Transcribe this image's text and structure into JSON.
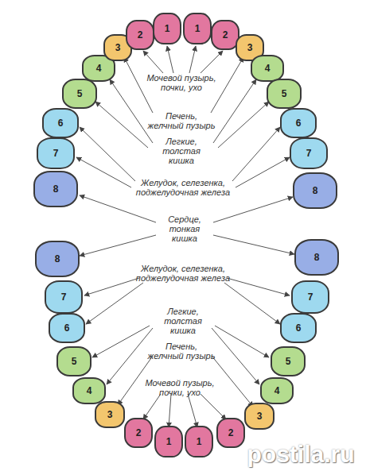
{
  "diagram": {
    "nodes": [
      {
        "text": [
          "8"
        ]
      },
      {
        "text": [
          "7"
        ]
      },
      {
        "text": [
          "6"
        ]
      },
      {
        "text": [
          "5"
        ]
      },
      {
        "text": [
          "4"
        ]
      },
      {
        "text": [
          "3"
        ]
      },
      {
        "text": [
          "2"
        ]
      },
      {
        "text": [
          "1"
        ]
      },
      {
        "text": [
          "1"
        ]
      },
      {
        "text": [
          "2"
        ]
      },
      {
        "text": [
          "3"
        ]
      },
      {
        "text": [
          "4"
        ]
      },
      {
        "text": [
          "5"
        ]
      },
      {
        "text": [
          "6"
        ]
      },
      {
        "text": [
          "7"
        ]
      },
      {
        "text": [
          "8"
        ]
      },
      {
        "text": [
          "8"
        ]
      },
      {
        "text": [
          "7"
        ]
      },
      {
        "text": [
          "6"
        ]
      },
      {
        "text": [
          "5"
        ]
      },
      {
        "text": [
          "4"
        ]
      },
      {
        "text": [
          "3"
        ]
      },
      {
        "text": [
          "2"
        ]
      },
      {
        "text": [
          "1"
        ]
      },
      {
        "text": [
          "1"
        ]
      },
      {
        "text": [
          "2"
        ]
      },
      {
        "text": [
          "3"
        ]
      },
      {
        "text": [
          "4"
        ]
      },
      {
        "text": [
          "5"
        ]
      },
      {
        "text": [
          "6"
        ]
      },
      {
        "text": [
          "7"
        ]
      },
      {
        "text": [
          "8"
        ]
      }
    ],
    "labels": [
      "Мочевой пузырь, почки, ухо",
      "Печень, желчный пузырь",
      "Легкие, толстая кишка",
      "Желудок, селезенка, поджелудочная железа",
      "Сердце, тонкая кишка",
      "Желудок, селезенка, поджелудочная железа",
      "Легкие, толстая кишка",
      "Печень, желчный пузырь",
      "Мочевой пузырь, почки, ухо",
      "postila.ru"
    ]
  }
}
